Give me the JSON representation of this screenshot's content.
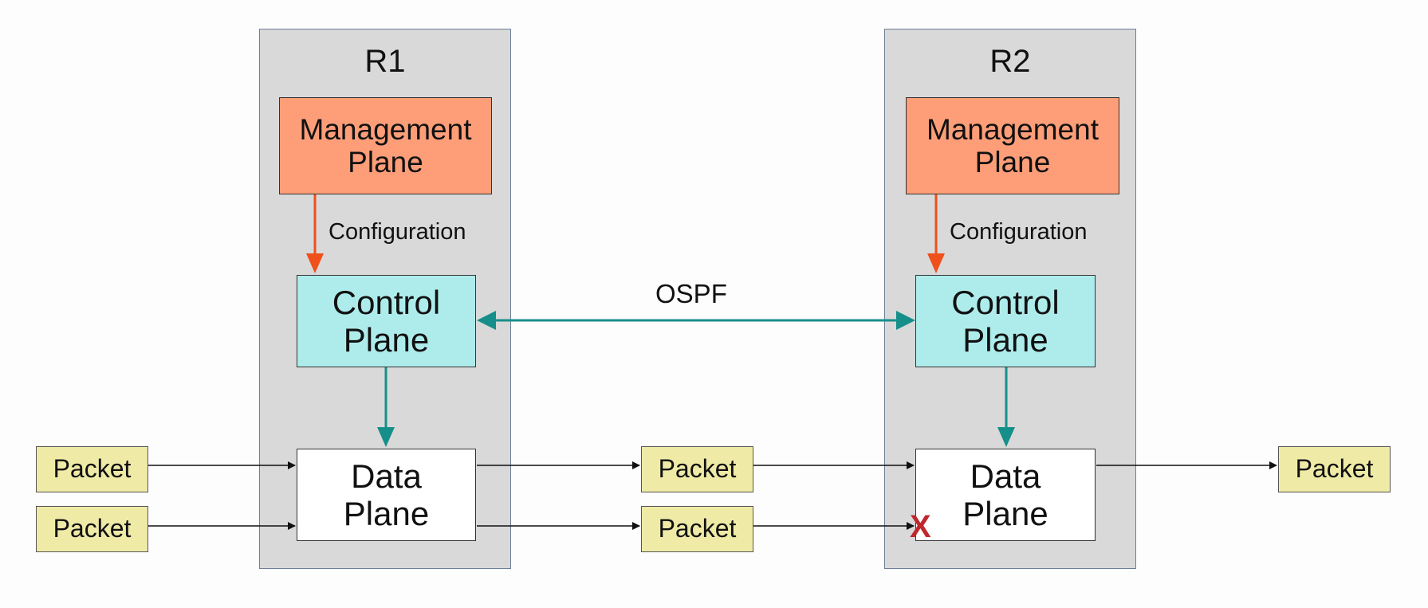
{
  "routers": [
    {
      "title": "R1",
      "management_plane": "Management\nPlane",
      "configuration_label": "Configuration",
      "control_plane": "Control\nPlane",
      "data_plane": "Data\nPlane"
    },
    {
      "title": "R2",
      "management_plane": "Management\nPlane",
      "configuration_label": "Configuration",
      "control_plane": "Control\nPlane",
      "data_plane": "Data\nPlane"
    }
  ],
  "ospf_label": "OSPF",
  "packets": {
    "input_top": "Packet",
    "input_bottom": "Packet",
    "middle_top": "Packet",
    "middle_bottom": "Packet",
    "output": "Packet"
  },
  "drop_marker": "X",
  "colors": {
    "router_bg": "#d9d9d9",
    "management_plane": "#fd9e79",
    "control_plane": "#aeecec",
    "data_plane": "#ffffff",
    "packet": "#efeba7",
    "configuration_arrow": "#f0501a",
    "ospf_arrow": "#168f8a",
    "drop_marker": "#c0282d"
  }
}
